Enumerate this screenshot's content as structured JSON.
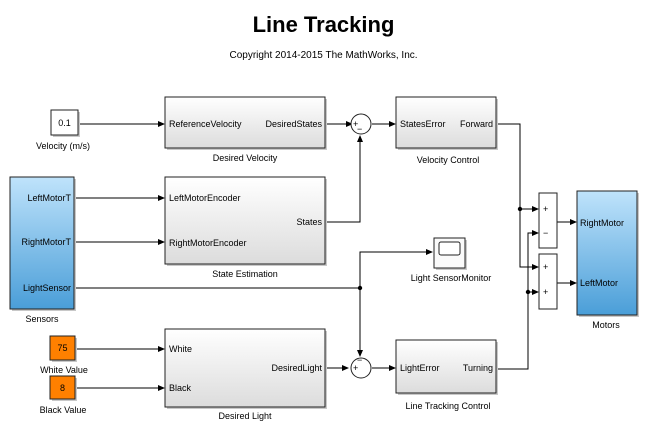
{
  "title": "Line Tracking",
  "copyright": "Copyright 2014-2015 The MathWorks, Inc.",
  "blocks": {
    "velocity_const": {
      "value": "0.1",
      "label": "Velocity (m/s)"
    },
    "desired_velocity": {
      "in": "ReferenceVelocity",
      "out": "DesiredStates",
      "label": "Desired Velocity"
    },
    "velocity_control": {
      "in": "StatesError",
      "out": "Forward",
      "label": "Velocity Control"
    },
    "sensors": {
      "out1": "LeftMotorT",
      "out2": "RightMotorT",
      "out3": "LightSensor",
      "label": "Sensors"
    },
    "state_estimation": {
      "in1": "LeftMotorEncoder",
      "in2": "RightMotorEncoder",
      "out": "States",
      "label": "State Estimation"
    },
    "scope": {
      "label": "Light SensorMonitor"
    },
    "motors": {
      "in1": "RightMotor",
      "in2": "LeftMotor",
      "label": "Motors"
    },
    "white_const": {
      "value": "75",
      "label": "White Value"
    },
    "black_const": {
      "value": "8",
      "label": "Black Value"
    },
    "desired_light": {
      "in1": "White",
      "in2": "Black",
      "out": "DesiredLight",
      "label": "Desired Light"
    },
    "line_tracking_control": {
      "in": "LightError",
      "out": "Turning",
      "label": "Line Tracking Control"
    }
  },
  "sums": {
    "sum_velocity": {
      "signs": [
        "+",
        "−"
      ]
    },
    "sum_light": {
      "signs": [
        "+",
        "−"
      ]
    },
    "sum_right": {
      "signs": [
        "+",
        "−"
      ]
    },
    "sum_left": {
      "signs": [
        "+",
        "+"
      ]
    }
  },
  "colors": {
    "block_blue": "#6fb6e6",
    "constant_orange": "#ff8000",
    "block_gray": "#e9e9e9"
  }
}
